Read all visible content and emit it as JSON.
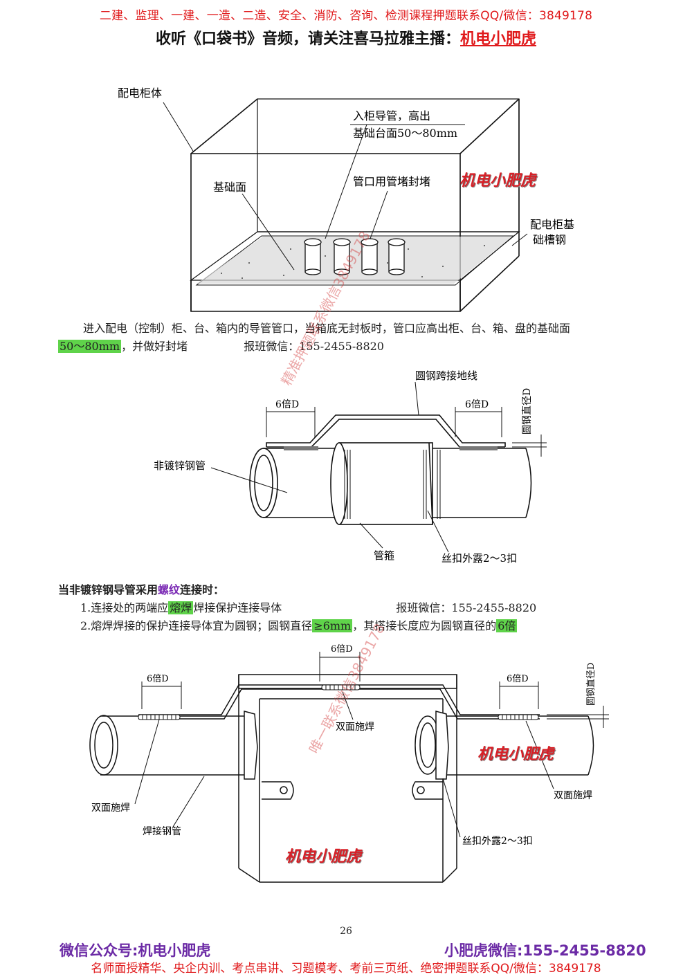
{
  "header": {
    "ad_line": "二建、监理、一建、一造、二造、安全、消防、咨询、检测课程押题联系QQ/微信：3849178",
    "listen_prefix": "收听《口袋书》音频，请关注喜马拉雅主播：",
    "listen_link": "机电小肥虎"
  },
  "figure1": {
    "label_cabinet": "配电柜体",
    "label_pipe_line1": "入柜导管，高出",
    "label_pipe_line2": "基础台面50～80mm",
    "label_base": "基础面",
    "label_plug": "管口用管堵封堵",
    "label_channel_line1": "配电柜基",
    "label_channel_line2": "础槽钢"
  },
  "paragraph1": {
    "text_main": "进入配电（控制）柜、台、箱内的导管管口，当箱底无封板时，管口应高出柜、台、箱、盘的基础面",
    "highlight_range": "50～80mm",
    "text_tail": "，并做好封堵",
    "contact": "报班微信：155-2455-8820"
  },
  "figure2": {
    "label_jumper": "圆钢跨接地线",
    "label_6d_left": "6倍D",
    "label_6d_right": "6倍D",
    "label_diameter": "圆钢直径D",
    "label_pipe": "非镀锌钢管",
    "label_coupling": "管箍",
    "label_thread": "丝扣外露2～3扣"
  },
  "section2": {
    "title_prefix": "当非镀锌钢导管采用",
    "title_highlight": "螺纹",
    "title_suffix": "连接时：",
    "item1_prefix": "1.连接处的两端应",
    "item1_highlight": "熔焊",
    "item1_suffix": "焊接保护连接导体",
    "item1_contact": "报班微信：155-2455-8820",
    "item2_prefix": "2.熔焊焊接的保护连接导体宜为圆钢；圆钢直径",
    "item2_highlight1": "≥6mm",
    "item2_middle": "，其搭接长度应为圆钢直径的",
    "item2_highlight2": "6倍"
  },
  "figure3": {
    "label_6d_top": "6倍D",
    "label_6d_left": "6倍D",
    "label_6d_right": "6倍D",
    "label_diameter": "圆钢直径D",
    "label_weld_center": "双面施焊",
    "label_weld_left": "双面施焊",
    "label_weld_right": "双面施焊",
    "label_welded_pipe": "焊接钢管",
    "label_thread": "丝扣外露2～3扣"
  },
  "watermarks": {
    "stamp": "机电小肥虎",
    "diag1": "精准押题联系微信3849178",
    "diag2": "唯一联系微信3849178"
  },
  "footer": {
    "page_number": "26",
    "left": "微信公众号:机电小肥虎",
    "right": "小肥虎微信:155-2455-8820",
    "bottom": "名师面授精华、央企内训、考点串讲、习题模考、考前三页纸、绝密押题联系QQ/微信：3849178"
  }
}
